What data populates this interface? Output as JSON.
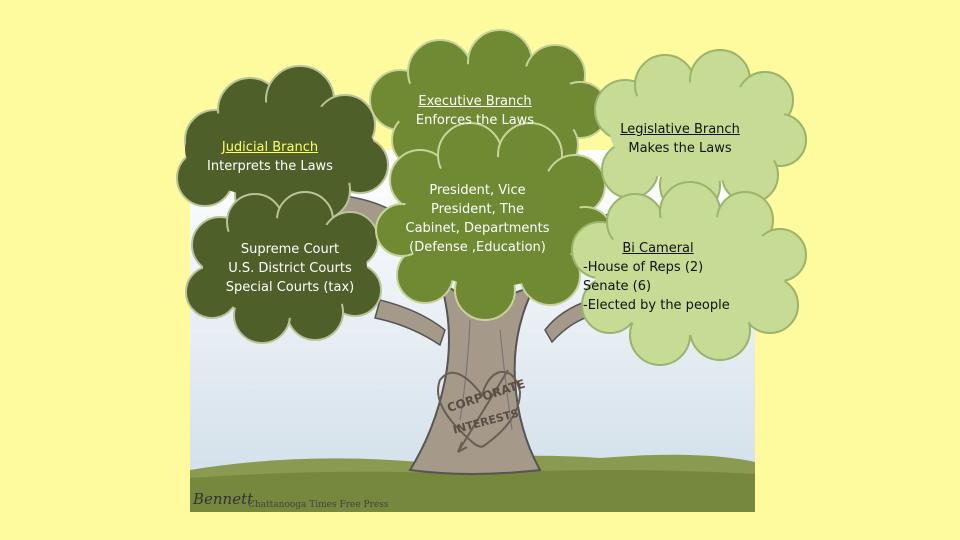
{
  "colors": {
    "background": "#fdfb9e",
    "judicial_cloud": "#4f5f2a",
    "executive_cloud": "#6f8a33",
    "legislative_cloud": "#c6dc94",
    "trunk": "#a59a8a",
    "grass": "#8a9a50",
    "sky": "#d9e6ef"
  },
  "judicial": {
    "title": "Judicial Branch",
    "subtitle": "Interprets the Laws",
    "items": [
      "Supreme Court",
      "U.S. District Courts",
      "Special Courts (tax)"
    ]
  },
  "executive": {
    "title": "Executive Branch",
    "subtitle": "Enforces the Laws",
    "items": [
      "President, Vice",
      "President, The",
      "Cabinet, Departments",
      "(Defense ,Education)"
    ]
  },
  "legislative": {
    "title": "Legislative Branch",
    "subtitle": "Makes the Laws",
    "items_title": "Bi Cameral",
    "items": [
      "-House of Reps (2)",
      "Senate (6)",
      "-Elected by the people"
    ]
  },
  "cartoon": {
    "carving_line1": "CORPORATE",
    "carving_line2": "INTERESTS",
    "signature": "Bennett",
    "credit": "Chattanooga Times Free Press"
  }
}
